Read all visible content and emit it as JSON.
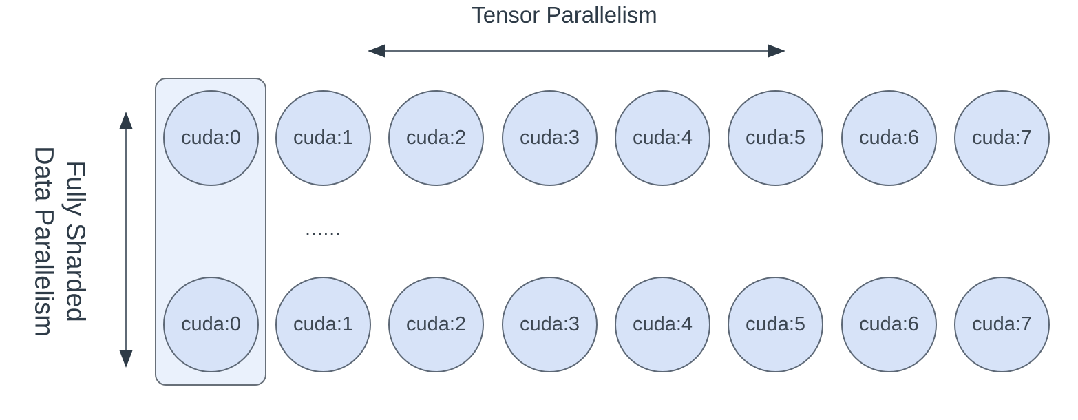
{
  "title": "Tensor Parallelism",
  "side_label": {
    "line1": "Fully Sharded",
    "line2": "Data Parallelism"
  },
  "ellipsis": "......",
  "device_rows": [
    [
      "cuda:0",
      "cuda:1",
      "cuda:2",
      "cuda:3",
      "cuda:4",
      "cuda:5",
      "cuda:6",
      "cuda:7"
    ],
    [
      "cuda:0",
      "cuda:1",
      "cuda:2",
      "cuda:3",
      "cuda:4",
      "cuda:5",
      "cuda:6",
      "cuda:7"
    ]
  ],
  "colors": {
    "background": "#ffffff",
    "node_fill": "#d7e3f8",
    "node_stroke": "#5d6876",
    "group_fill": "#eaf1fc",
    "group_stroke": "#687079",
    "node_text": "#3d4752",
    "heading_text": "#2e3b47",
    "arrow_line": "#5f6a75",
    "arrow_head": "#2e3b47"
  }
}
